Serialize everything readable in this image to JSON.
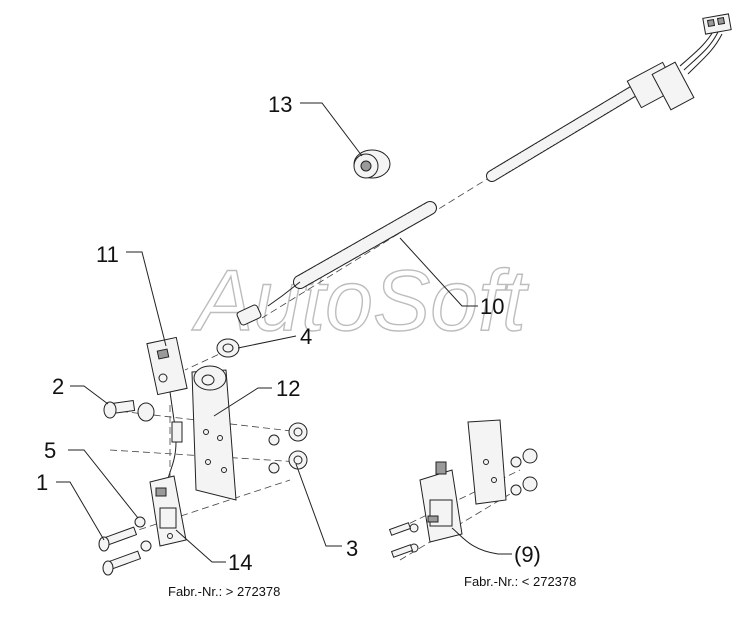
{
  "watermark": "AutoSoft",
  "part_labels": {
    "p13": "13",
    "p11": "11",
    "p10": "10",
    "p4": "4",
    "p2": "2",
    "p12": "12",
    "p5": "5",
    "p1": "1",
    "p3": "3",
    "p14": "14",
    "p9": "(9)"
  },
  "captions": {
    "left": "Fabr.-Nr.: > 272378",
    "right": "Fabr.-Nr.: < 272378"
  }
}
